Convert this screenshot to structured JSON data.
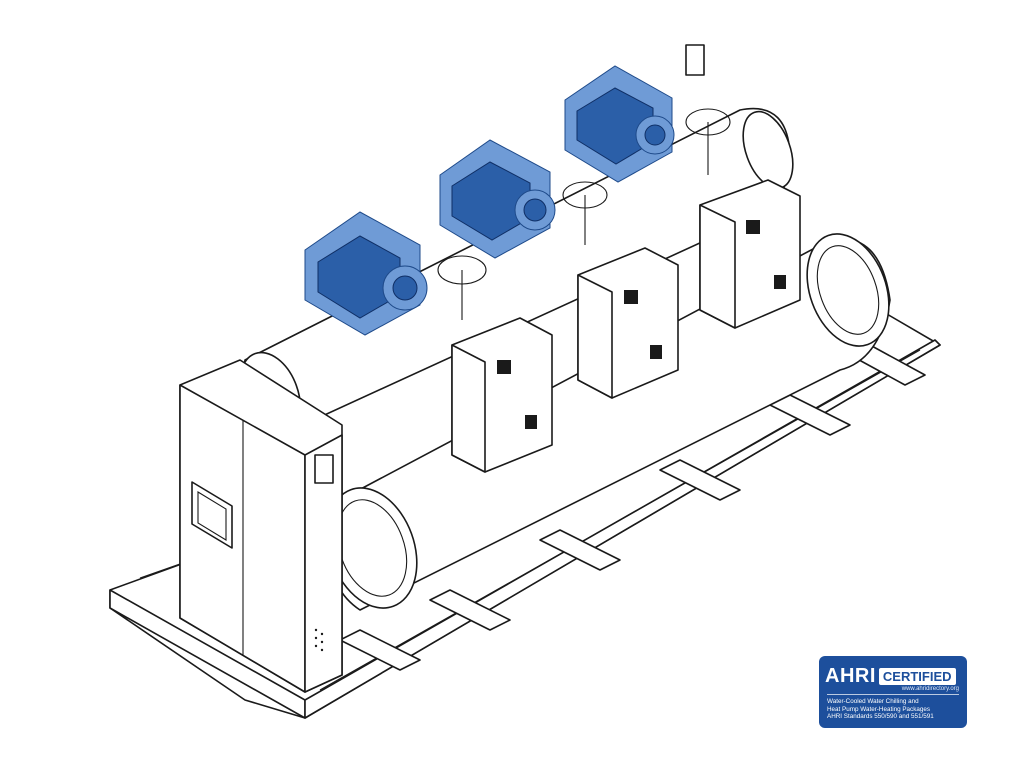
{
  "badge": {
    "brand": "AHRI",
    "certified": "CERTIFIED",
    "url": "www.ahridirectory.org",
    "lines": [
      "Water-Cooled Water Chilling and",
      "Heat Pump Water-Heating Packages",
      "AHRI Standards 550/590 and 551/591"
    ]
  },
  "colors": {
    "line": "#1a1a1a",
    "accent": "#2b5fa8",
    "badge": "#1d4f9c"
  }
}
